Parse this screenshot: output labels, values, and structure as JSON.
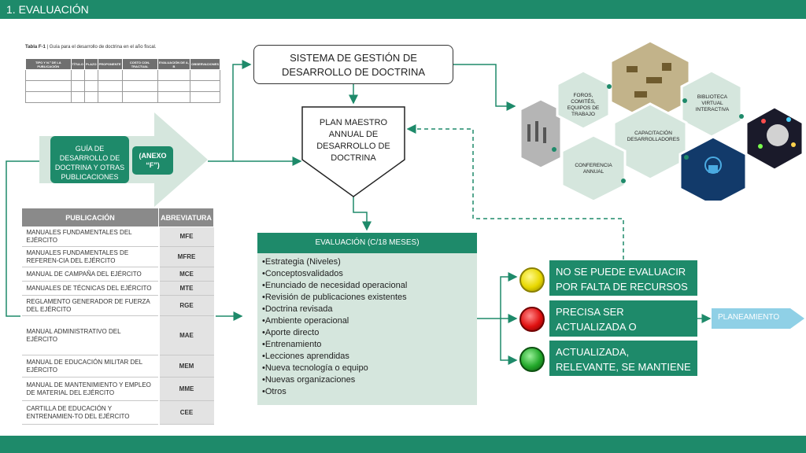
{
  "header": {
    "title": "1. EVALUACIÓN"
  },
  "table_f1": {
    "caption_bold": "Tabla F-1",
    "caption_rest": " | Guía para el desarrollo de doctrina en el año fiscal.",
    "columns": [
      "TIPO Y N.º DE LA PUBLICACIÓN",
      "TÍTULO",
      "PLAZO",
      "PROPONENTE",
      "COSTO CON-TRACTUAL",
      "EVALUACIÓN DE A, B",
      "OBSERVACIONES"
    ]
  },
  "arrow_box": {
    "guide_label": "GUÍA DE DESARROLLO DE DOCTRINA Y OTRAS PUBLICACIONES",
    "anexo_label": "(ANEXO “F”)"
  },
  "publications": {
    "headers": [
      "PUBLICACIÓN",
      "ABREVIATURA"
    ],
    "rows": [
      [
        "MANUALES FUNDAMENTALES DEL EJÉRCITO",
        "MFE"
      ],
      [
        "MANUALES FUNDAMENTALES DE REFEREN-CIA DEL EJÉRCITO",
        "MFRE"
      ],
      [
        "MANUAL DE CAMPAÑA DEL EJÉRCITO",
        "MCE"
      ],
      [
        "MANUALES DE TÉCNICAS DEL EJÉRCITO",
        "MTE"
      ],
      [
        "REGLAMENTO GENERADOR DE FUERZA DEL EJÉRCITO",
        "RGE"
      ],
      [
        "MANUAL ADMINISTRATIVO DEL EJÉRCITO",
        "MAE"
      ],
      [
        "MANUAL DE EDUCACIÓN MILITAR DEL EJÉRCITO",
        "MEM"
      ],
      [
        "MANUAL DE MANTENIMIENTO Y EMPLEO DE MATERIAL DEL EJÉRCITO",
        "MME"
      ],
      [
        "CARTILLA DE EDUCACIÓN Y ENTRENAMIEN-TO DEL EJÉRCITO",
        "CEE"
      ]
    ]
  },
  "sgd": {
    "label": "SISTEMA DE GESTIÓN DE DESARROLLO DE DOCTRINA"
  },
  "plan": {
    "label": "PLAN MAESTRO ANNUAL DE DESARROLLO DE DOCTRINA"
  },
  "evaluacion": {
    "title": "EVALUACIÓN (C/18 MESES)",
    "items": [
      "•Estrategia (Niveles)",
      "•Conceptosvalidados",
      "•Enunciado de necesidad operacional",
      "•Revisión de publicaciones existentes",
      "•Doctrina revisada",
      "•Ambiente operacional",
      "•Aporte directo",
      "•Entrenamiento",
      "•Lecciones aprendidas",
      "•Nueva tecnología o equipo",
      "•Nuevas organizaciones",
      "•Otros"
    ]
  },
  "status": {
    "yellow": "NO SE PUEDE EVALUACIR POR FALTA DE RECURSOS",
    "red": "PRECISA SER ACTUALIZADA O DEROGADA",
    "green": "ACTUALIZADA, RELEVANTE, SE MANTIENE",
    "planeamiento": "PLANEAMIENTO"
  },
  "hexes": {
    "foros": "FOROS, COMITÉS, EQUIPOS DE TRABAJO",
    "biblioteca": "BIBLIOTECA VIRTUAL INTERACTIVA",
    "capacitacion": "CAPACITACIÓN DESARROLLADORES",
    "conferencia": "CONFERENCIA ANNUAL"
  },
  "colors": {
    "accent": "#1e8a6a",
    "light_green": "#d5e6dd",
    "yellow": "#f2e600",
    "red": "#e01010",
    "green": "#22a82a",
    "planeamiento": "#8fd0e6"
  }
}
